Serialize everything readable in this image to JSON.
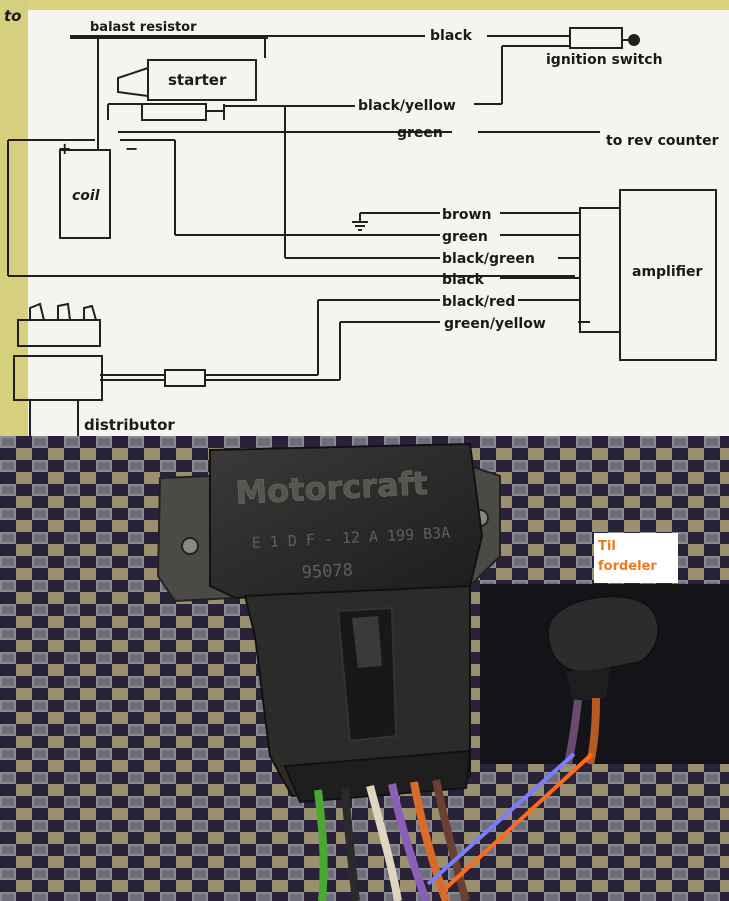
{
  "diagram": {
    "corner_text": "to",
    "components": {
      "ballast_resistor": "balast resistor",
      "ignition_switch": "ignition switch",
      "starter": "starter",
      "coil": "coil",
      "coil_plus": "+",
      "coil_minus": "−",
      "amplifier": "amplifier",
      "distributor": "distributor",
      "rev_counter": "to rev counter"
    },
    "wires": {
      "top": "black",
      "starter": "black/yellow",
      "rev": "green",
      "amp": [
        "brown",
        "green",
        "black/green",
        "black",
        "black/red",
        "green/yellow"
      ]
    }
  },
  "photo": {
    "module_brand": "Motorcraft",
    "module_code_1": "E 1 D F - 12 A 199 B3A",
    "module_code_2": "95078",
    "callout": [
      "Til",
      "fordeler"
    ],
    "colors": {
      "purple_line": "#7a7cff",
      "orange_line": "#ff6a1a",
      "wire_green": "#4aa832",
      "wire_white": "#ded6c0",
      "wire_purple": "#8a5fb8",
      "wire_orange": "#d86a2a",
      "wire_brown": "#6a4030"
    }
  }
}
